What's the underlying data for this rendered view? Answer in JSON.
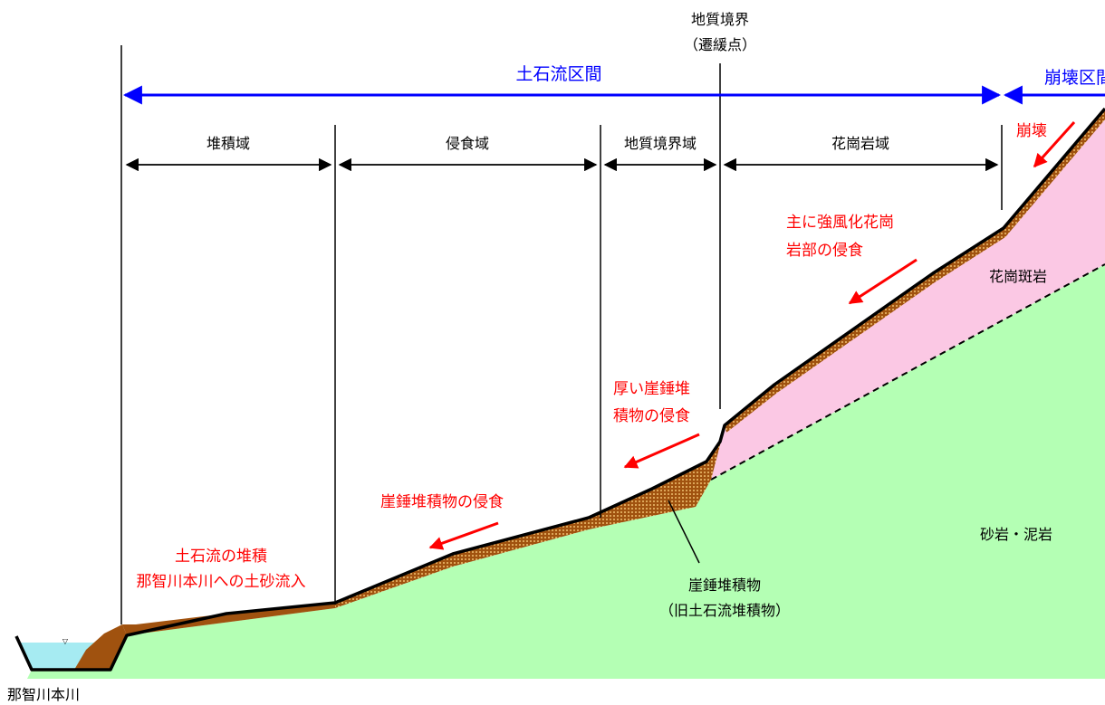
{
  "colors": {
    "sandstone_mudstone": "#b4ffb4",
    "granite_porphyry": "#fbc8e4",
    "deposit_brown": "#a0520f",
    "deposit_dots": "#c8781e",
    "water": "#a6ebf2",
    "section_arrow": "#0000ff",
    "process_text": "#ff0000"
  },
  "sections": {
    "debris_flow": "土石流区間",
    "collapse": "崩壊区間"
  },
  "geologic_boundary": {
    "line1": "地質境界",
    "line2": "（遷緩点）"
  },
  "zones": {
    "deposition": "堆積域",
    "erosion": "侵食域",
    "boundary": "地質境界域",
    "granite": "花崗岩域"
  },
  "processes": {
    "collapse": "崩壊",
    "granite_erosion_1": "主に強風化花崗",
    "granite_erosion_2": "岩部の侵食",
    "thick_talus_1": "厚い崖錘堆",
    "thick_talus_2": "積物の侵食",
    "talus_erosion": "崖錘堆積物の侵食",
    "deposition_1": "土石流の堆積",
    "deposition_2": "那智川本川への土砂流入"
  },
  "geology": {
    "granite_porphyry": "花崗斑岩",
    "sandstone_mudstone": "砂岩・泥岩",
    "talus_1": "崖錘堆積物",
    "talus_2": "（旧土石流堆積物）"
  },
  "river": {
    "name": "那智川本川",
    "water_symbol": "▽"
  }
}
